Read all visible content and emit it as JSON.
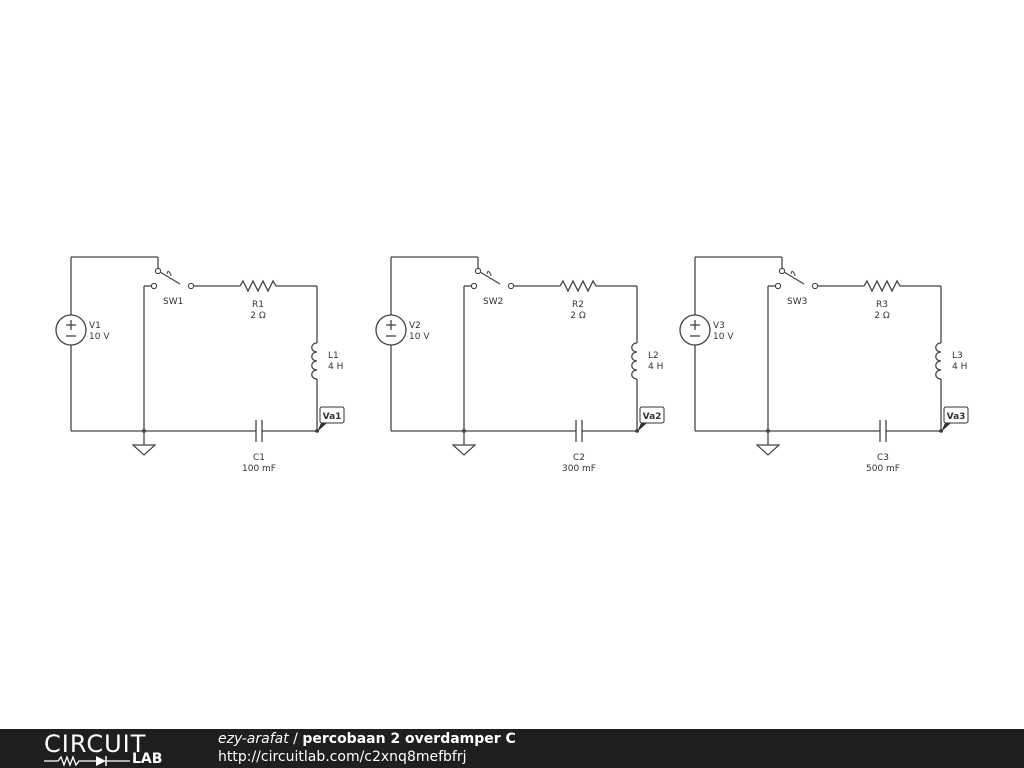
{
  "circuits": [
    {
      "source": {
        "name": "V1",
        "value": "10 V"
      },
      "switch": {
        "name": "SW1"
      },
      "resistor": {
        "name": "R1",
        "value": "2 Ω"
      },
      "inductor": {
        "name": "L1",
        "value": "4 H"
      },
      "capacitor": {
        "name": "C1",
        "value": "100 mF"
      },
      "probe": {
        "name": "Va1"
      }
    },
    {
      "source": {
        "name": "V2",
        "value": "10 V"
      },
      "switch": {
        "name": "SW2"
      },
      "resistor": {
        "name": "R2",
        "value": "2 Ω"
      },
      "inductor": {
        "name": "L2",
        "value": "4 H"
      },
      "capacitor": {
        "name": "C2",
        "value": "300 mF"
      },
      "probe": {
        "name": "Va2"
      }
    },
    {
      "source": {
        "name": "V3",
        "value": "10 V"
      },
      "switch": {
        "name": "SW3"
      },
      "resistor": {
        "name": "R3",
        "value": "2 Ω"
      },
      "inductor": {
        "name": "L3",
        "value": "4 H"
      },
      "capacitor": {
        "name": "C3",
        "value": "500 mF"
      },
      "probe": {
        "name": "Va3"
      }
    }
  ],
  "footer": {
    "logo_top": "CIRCUIT",
    "logo_bottom": "LAB",
    "author": "ezy-arafat",
    "separator": " / ",
    "title": "percobaan 2 overdamper C",
    "url": "http://circuitlab.com/c2xnq8mefbfrj"
  },
  "colors": {
    "wire": "#444444",
    "footer_bg": "#1f1f1f",
    "footer_text": "#ffffff"
  }
}
